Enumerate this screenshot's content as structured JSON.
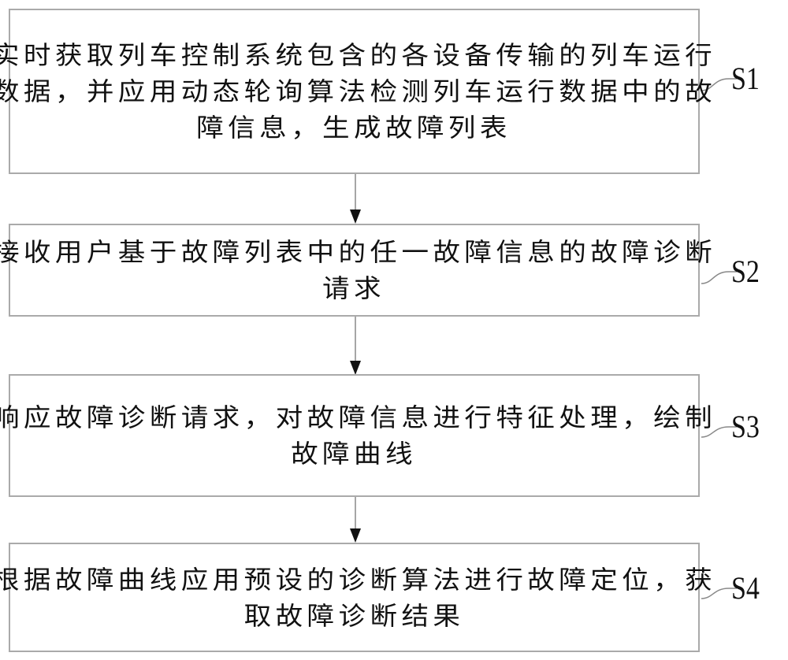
{
  "steps": [
    {
      "label": "S1",
      "lines": [
        "实时获取列车控制系统包含的各设备传输的列车运行",
        "数据，并应用动态轮询算法检测列车运行数据中的故",
        "障信息，生成故障列表"
      ]
    },
    {
      "label": "S2",
      "lines": [
        "接收用户基于故障列表中的任一故障信息的故障诊断",
        "请求"
      ]
    },
    {
      "label": "S3",
      "lines": [
        "响应故障诊断请求，对故障信息进行特征处理，绘制",
        "故障曲线"
      ]
    },
    {
      "label": "S4",
      "lines": [
        "根据故障曲线应用预设的诊断算法进行故障定位，获",
        "取故障诊断结果"
      ]
    }
  ]
}
